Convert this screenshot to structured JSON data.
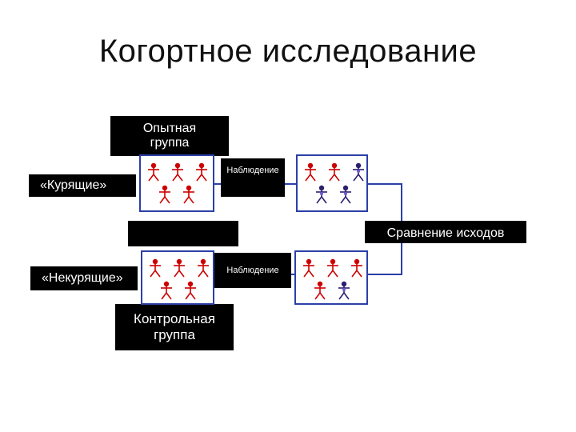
{
  "title": "Когортное исследование",
  "labels": {
    "experimental_group": "Опытная\nгруппа",
    "control_group": "Контрольная\nгруппа",
    "smokers": "«Курящие»",
    "non_smokers": "«Некурящие»",
    "observation_top": "Наблюдение",
    "observation_bottom": "Наблюдение",
    "comparison": "Сравнение исходов"
  },
  "groups": {
    "smokers_start": [
      "healthy",
      "healthy",
      "healthy",
      "healthy",
      "healthy"
    ],
    "smokers_end": [
      "healthy",
      "healthy",
      "outcome",
      "outcome",
      "outcome"
    ],
    "non_smokers_start": [
      "healthy",
      "healthy",
      "healthy",
      "healthy",
      "healthy"
    ],
    "non_smokers_end": [
      "healthy",
      "healthy",
      "healthy",
      "healthy",
      "outcome"
    ]
  },
  "colors": {
    "healthy": "#cc0000",
    "outcome": "#2a1f6e",
    "frame": "#2b3fa8",
    "block": "#000000"
  }
}
